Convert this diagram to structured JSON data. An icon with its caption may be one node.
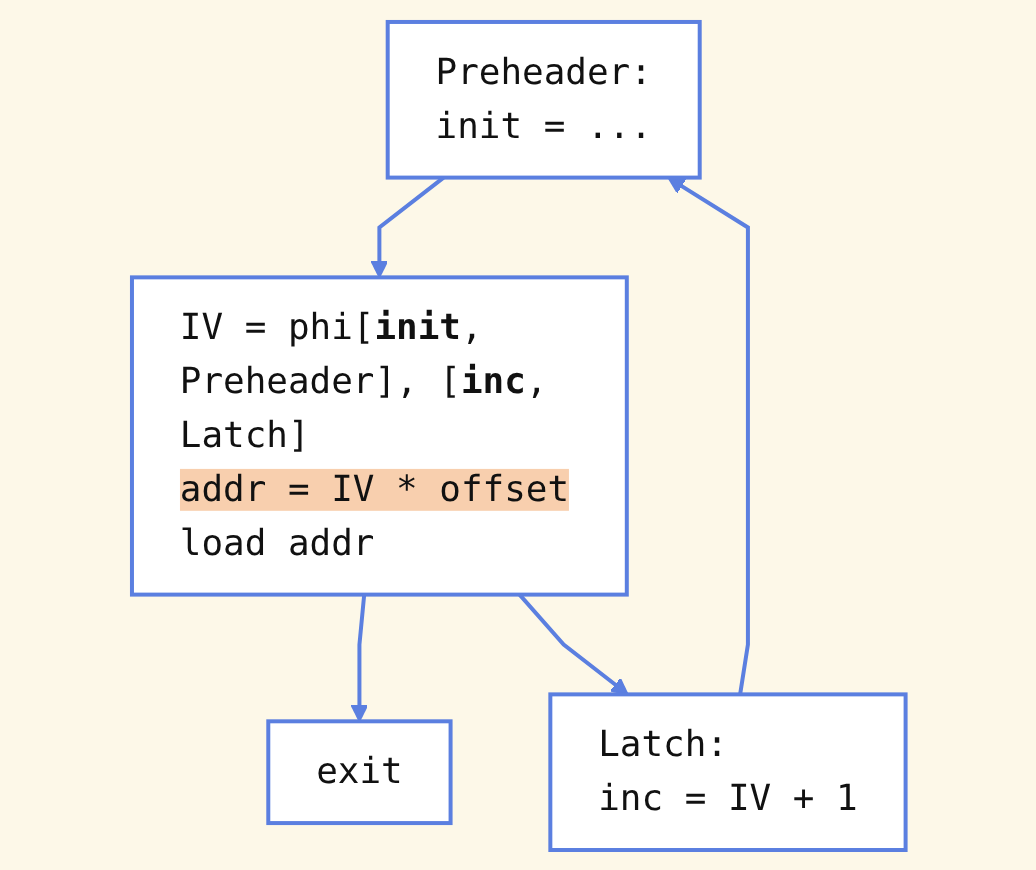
{
  "diagram": {
    "nodes": [
      {
        "text": [
          "Preheader:",
          "init = ..."
        ]
      },
      {
        "text": [
          "IV = phi[**init**, Preheader], [**inc**, Latch]",
          "addr = IV * offset",
          "load addr"
        ]
      },
      {
        "text": [
          "exit"
        ]
      },
      {
        "text": [
          "Latch:",
          "inc = IV + 1"
        ]
      }
    ],
    "edges": [
      {
        "from": 0,
        "to": 1,
        "arrow": "to"
      },
      {
        "from": 1,
        "to": 2,
        "arrow": "to"
      },
      {
        "from": 1,
        "to": 3,
        "arrow": "to"
      },
      {
        "from": 3,
        "to": 0,
        "arrow": "to"
      }
    ]
  }
}
